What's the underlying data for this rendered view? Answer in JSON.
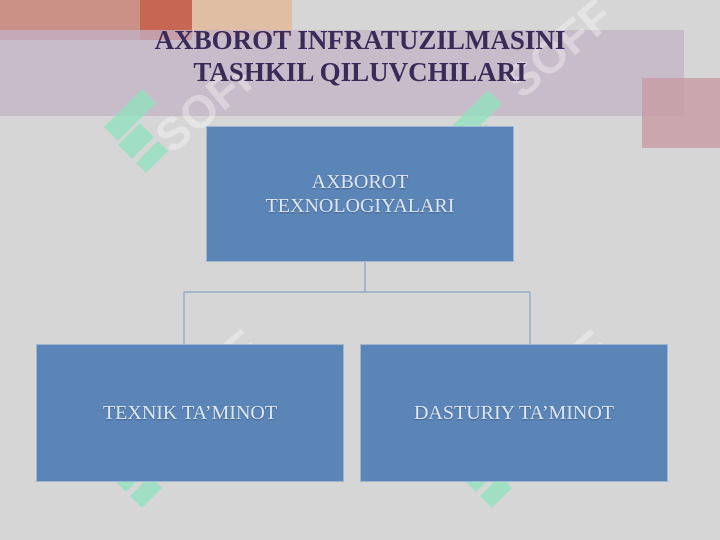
{
  "slide": {
    "title_lines": [
      "AXBOROT INFRATUZILMASINI",
      "TASHKIL QILUVCHILARI"
    ],
    "colors": {
      "background": "#d6d6d6",
      "title": "#3a2a58",
      "node_fill": "#5b85b7",
      "node_text": "#dfe8f2",
      "connector": "#8aa2c0"
    }
  },
  "diagram": {
    "root": {
      "label_lines": [
        "AXBOROT",
        "TEXNOLOGIYALARI"
      ]
    },
    "children": [
      {
        "label": "TEXNIK TA’MINOT"
      },
      {
        "label": "DASTURIY TA’MINOT"
      }
    ]
  },
  "watermark": {
    "icon": "brand-logo-icon",
    "text": "SOFF"
  }
}
